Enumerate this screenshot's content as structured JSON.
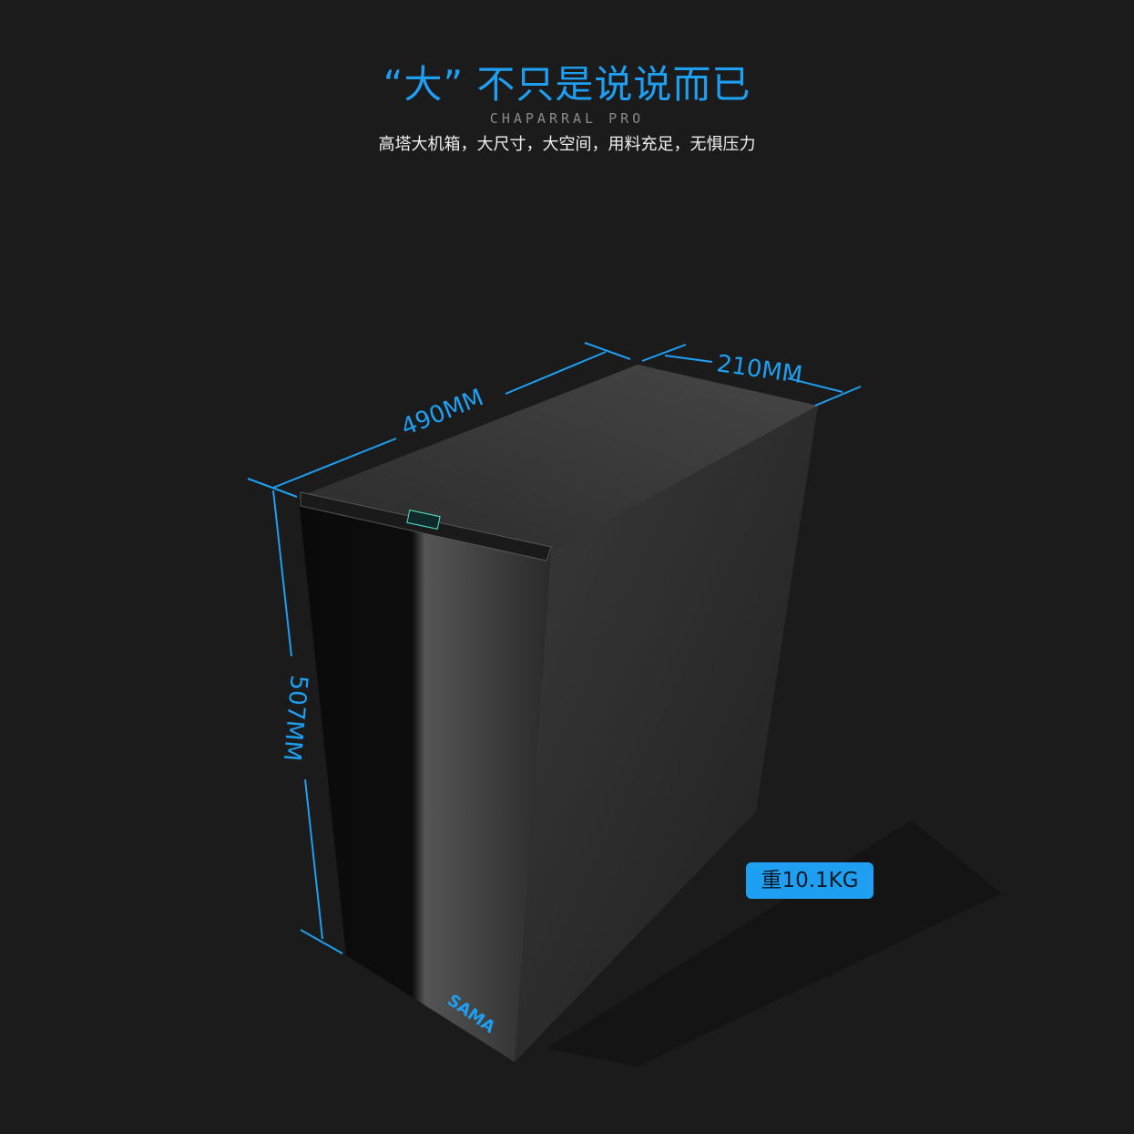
{
  "header": {
    "headline": "“大” 不只是说说而已",
    "subtitle_en": "CHAPARRAL PRO",
    "subtitle_cn": "高塔大机箱，大尺寸，大空间，用料充足，无惧压力"
  },
  "dimensions": {
    "length": "490MM",
    "width": "210MM",
    "height": "507MM"
  },
  "weight_badge": "重10.1KG",
  "brand_logo": "SAMA",
  "colors": {
    "accent": "#1e9ff2",
    "background": "#1b1b1b"
  }
}
